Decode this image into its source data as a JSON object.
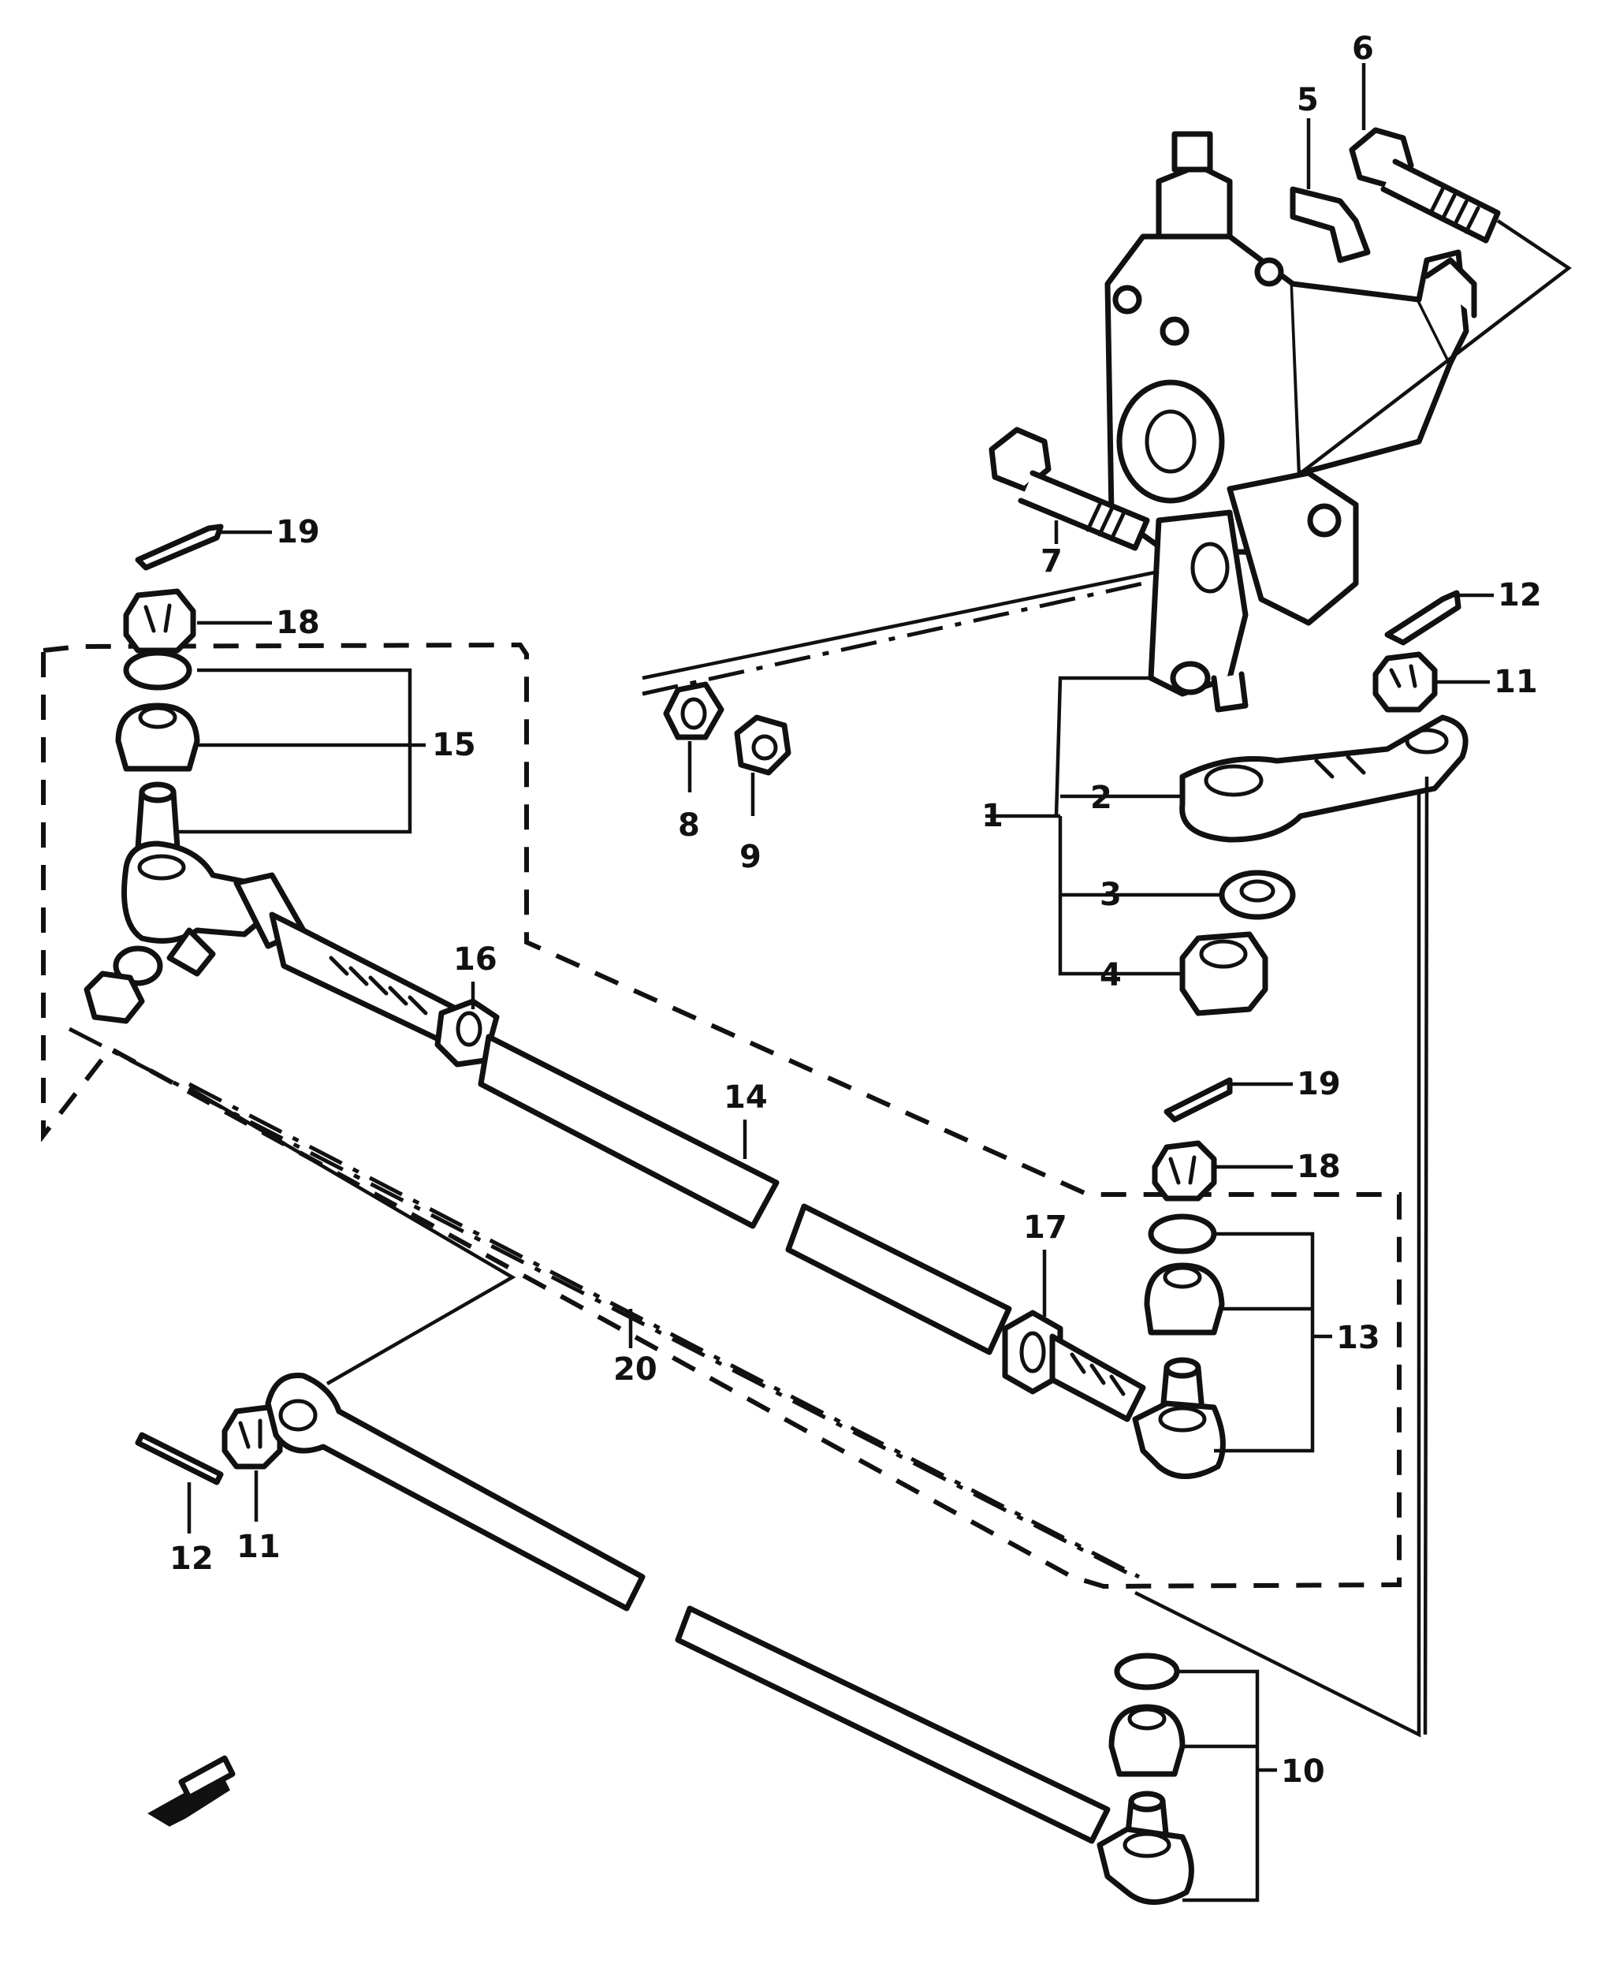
{
  "labels": {
    "l1": "1",
    "l2": "2",
    "l3": "3",
    "l4": "4",
    "l5": "5",
    "l6": "6",
    "l7": "7",
    "l8": "8",
    "l9": "9",
    "l10": "10",
    "l11a": "11",
    "l11b": "11",
    "l12a": "12",
    "l12b": "12",
    "l13": "13",
    "l14": "14",
    "l15": "15",
    "l16": "16",
    "l17": "17",
    "l18a": "18",
    "l18b": "18",
    "l19a": "19",
    "l19b": "19",
    "l20": "20"
  },
  "colors": {
    "line": "#111111",
    "background": "#ffffff"
  },
  "icons": {
    "front_arrow": "front-arrow-icon"
  }
}
